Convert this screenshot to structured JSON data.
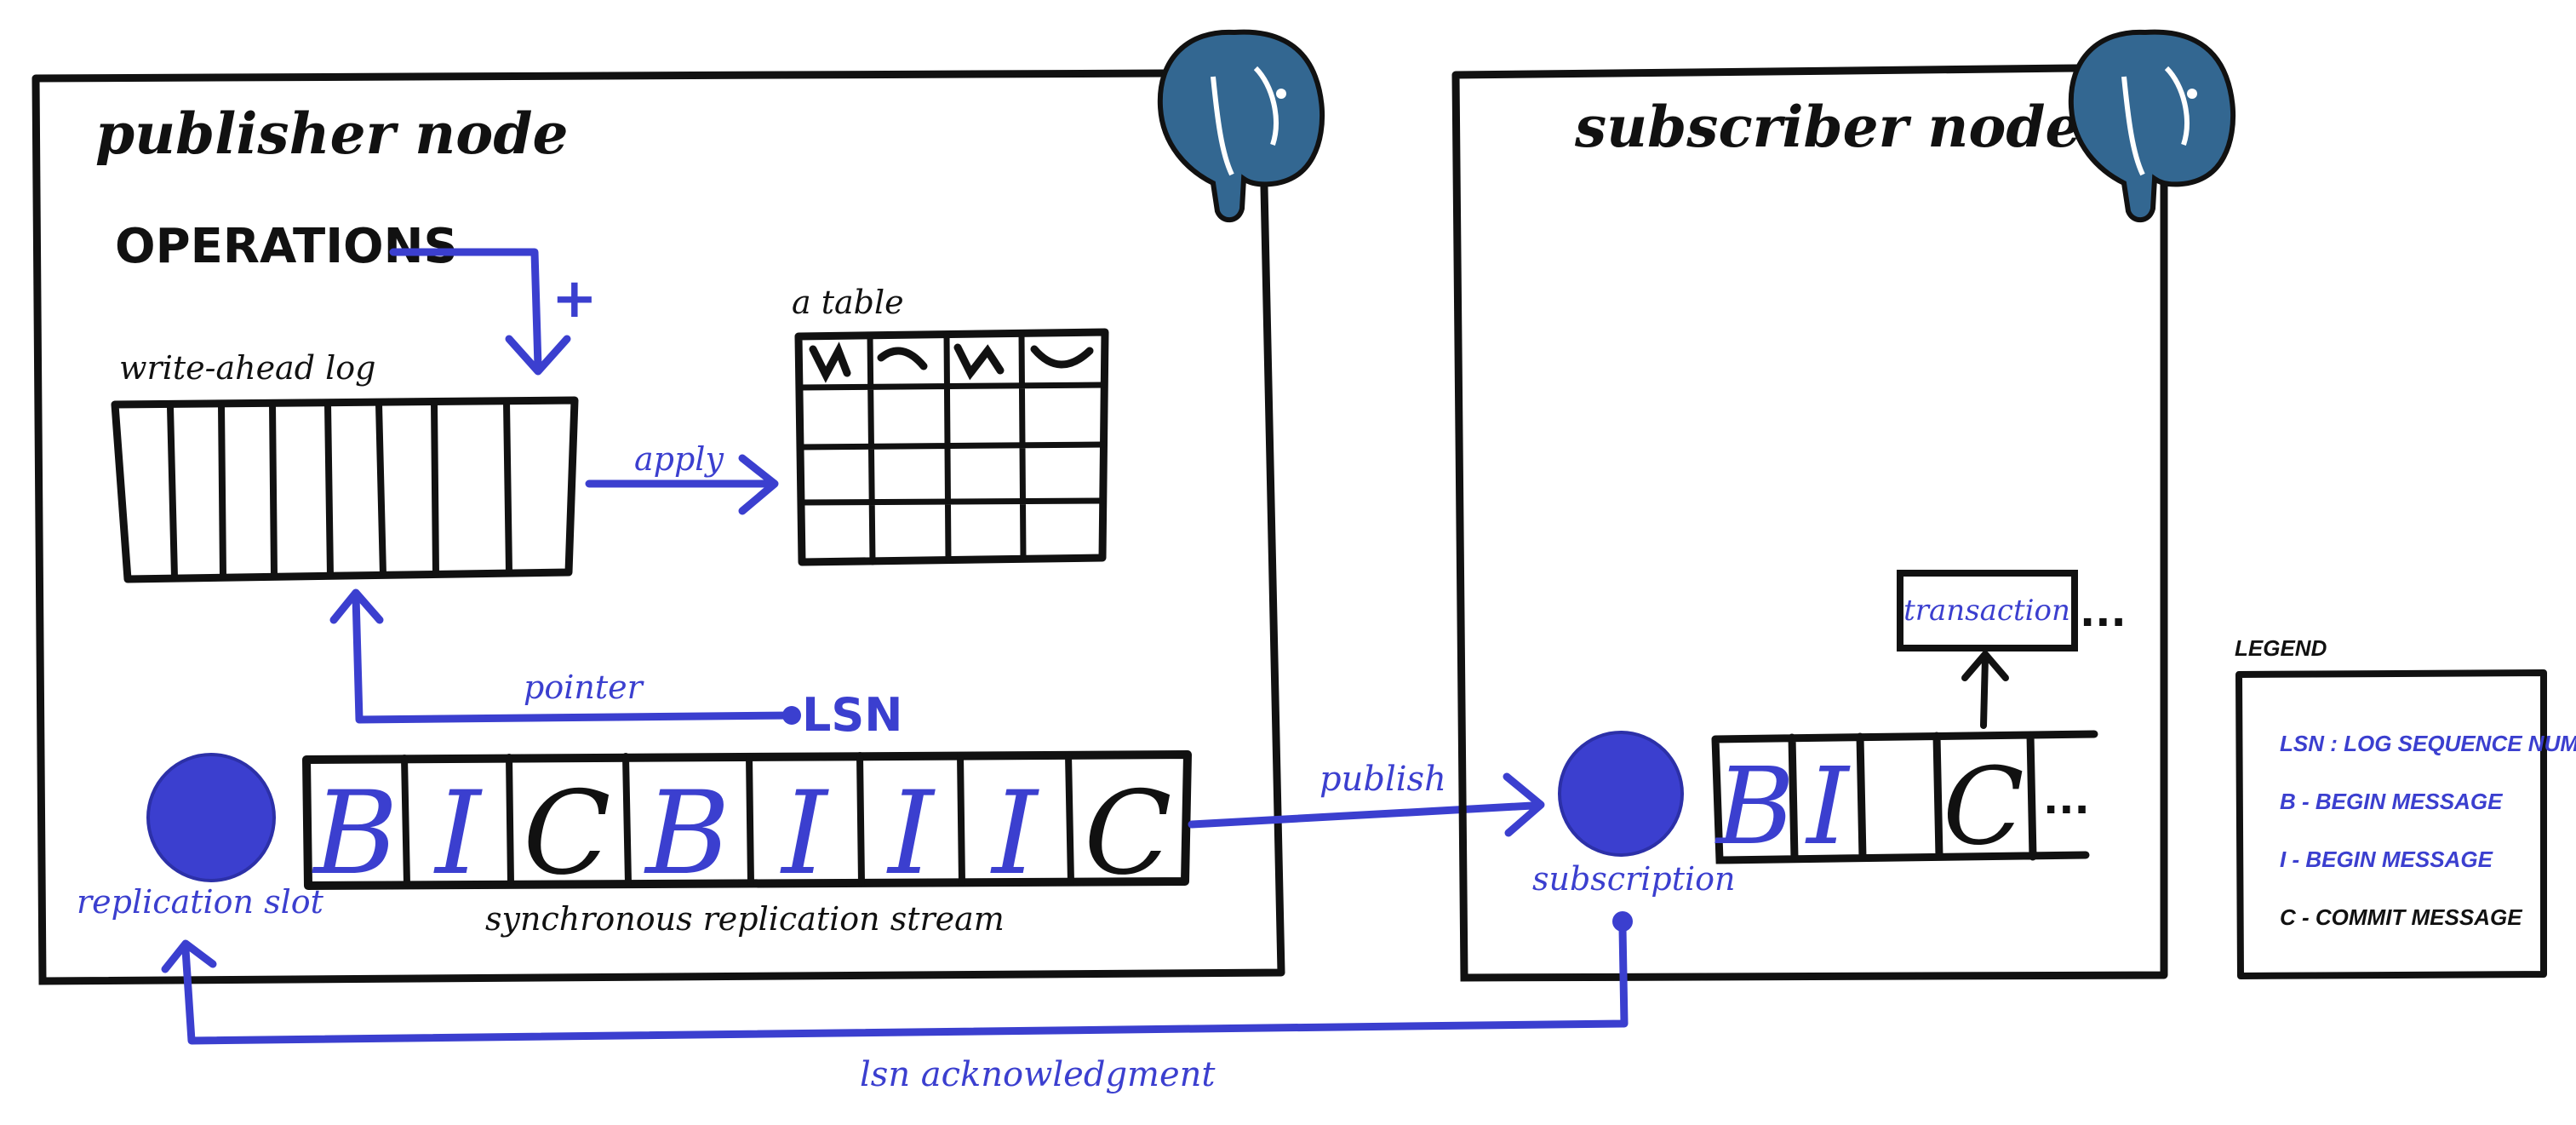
{
  "colors": {
    "ink": "#111111",
    "accent": "#3b3fcf",
    "elephant": "#336791",
    "paper": "#ffffff"
  },
  "icons": {
    "publisher_logo": "postgresql-elephant-icon",
    "subscriber_logo": "postgresql-elephant-icon"
  },
  "publisher": {
    "title": "publisher node",
    "operations": "OPERATIONS",
    "plus": "+",
    "wal_label": "write-ahead log",
    "table_label": "a table",
    "apply_label": "apply",
    "pointer_label": "pointer",
    "lsn_label": "LSN",
    "slot_label": "replication slot",
    "stream_label": "synchronous replication stream",
    "stream_cells": [
      "B",
      "I",
      "C",
      "B",
      "I",
      "I",
      "I",
      "C"
    ]
  },
  "publish_label": "publish",
  "ack_label": "lsn acknowledgment",
  "subscriber": {
    "title": "subscriber node",
    "subscription_label": "subscription",
    "transaction_label": "transaction",
    "transaction_ellipsis": "...",
    "queue_cells": [
      "B",
      "I",
      "C"
    ],
    "queue_ellipsis": "..."
  },
  "legend": {
    "title": "LEGEND",
    "items": [
      {
        "text": "LSN : LOG SEQUENCE NUMBER",
        "color": "#3b3fcf"
      },
      {
        "text": "B - BEGIN MESSAGE",
        "color": "#3b3fcf"
      },
      {
        "text": "I - BEGIN MESSAGE",
        "color": "#3b3fcf"
      },
      {
        "text": "C - COMMIT MESSAGE",
        "color": "#111111"
      }
    ]
  }
}
